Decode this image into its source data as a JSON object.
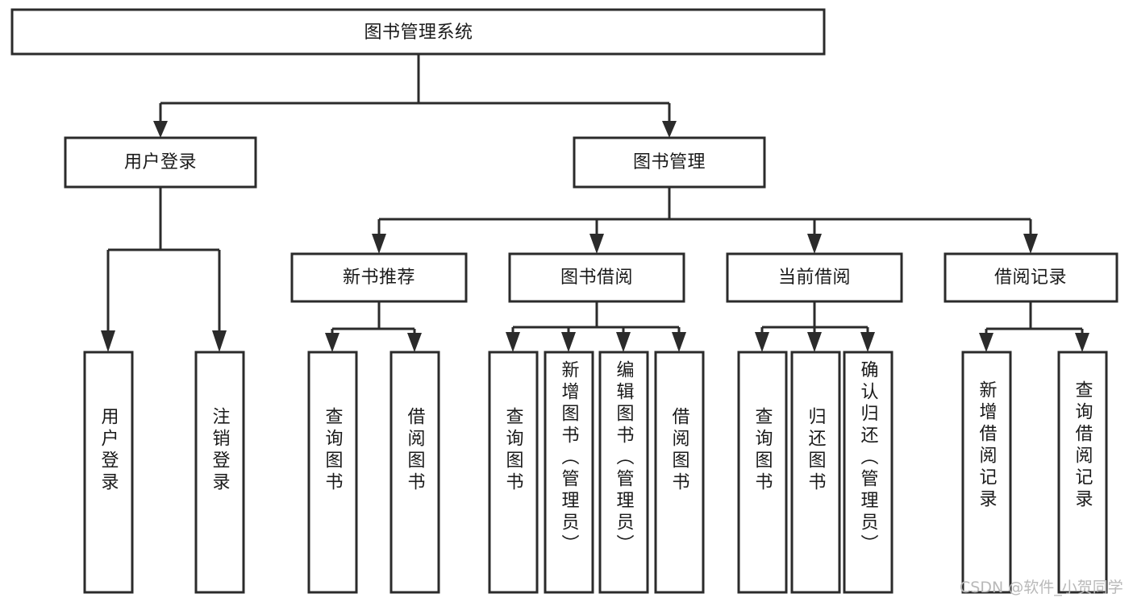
{
  "diagram": {
    "type": "tree-hierarchy",
    "title": "图书管理系统",
    "root": {
      "id": "root",
      "label": "图书管理系统"
    },
    "level2": [
      {
        "id": "user-login",
        "label": "用户登录"
      },
      {
        "id": "book-manage",
        "label": "图书管理"
      }
    ],
    "level3": [
      {
        "id": "new-book-rec",
        "label": "新书推荐",
        "parent": "book-manage"
      },
      {
        "id": "book-borrow",
        "label": "图书借阅",
        "parent": "book-manage"
      },
      {
        "id": "current-borrow",
        "label": "当前借阅",
        "parent": "book-manage"
      },
      {
        "id": "borrow-record",
        "label": "借阅记录",
        "parent": "book-manage"
      }
    ],
    "leaves": [
      {
        "id": "leaf-user-login",
        "label": "用户登录",
        "parent": "user-login"
      },
      {
        "id": "leaf-logout",
        "label": "注销登录",
        "parent": "user-login"
      },
      {
        "id": "leaf-query-book-1",
        "label": "查询图书",
        "parent": "new-book-rec"
      },
      {
        "id": "leaf-borrow-book-1",
        "label": "借阅图书",
        "parent": "new-book-rec"
      },
      {
        "id": "leaf-query-book-2",
        "label": "查询图书",
        "parent": "book-borrow"
      },
      {
        "id": "leaf-add-book",
        "label": "新增图书（管理员）",
        "parent": "book-borrow"
      },
      {
        "id": "leaf-edit-book",
        "label": "编辑图书（管理员）",
        "parent": "book-borrow"
      },
      {
        "id": "leaf-borrow-book-2",
        "label": "借阅图书",
        "parent": "book-borrow"
      },
      {
        "id": "leaf-query-book-3",
        "label": "查询图书",
        "parent": "current-borrow"
      },
      {
        "id": "leaf-return-book",
        "label": "归还图书",
        "parent": "current-borrow"
      },
      {
        "id": "leaf-confirm-return",
        "label": "确认归还（管理员）",
        "parent": "current-borrow"
      },
      {
        "id": "leaf-add-record",
        "label": "新增借阅记录",
        "parent": "borrow-record"
      },
      {
        "id": "leaf-query-record",
        "label": "查询借阅记录",
        "parent": "borrow-record"
      }
    ],
    "colors": {
      "stroke": "#2b2b2b",
      "fill": "#ffffff",
      "text": "#1a1a1a",
      "watermark": "#b9b9b9"
    }
  },
  "watermark": {
    "text": "CSDN @软件_小贺同学"
  }
}
